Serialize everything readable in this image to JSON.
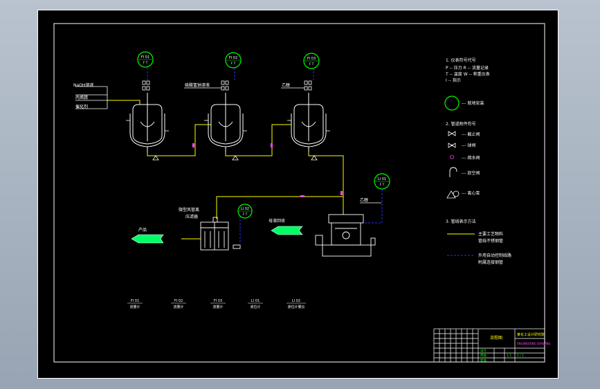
{
  "colors": {
    "background": "#000000",
    "frame": "#ffffff",
    "process_line": "#ffff00",
    "instrument_line": "#2a2aff",
    "instrument_circle": "#00ff00",
    "equipment": "#ffffff",
    "arrow_fill": "#00ff66"
  },
  "instruments": {
    "fi01": {
      "tag": "FI 01",
      "sub": "F T"
    },
    "fi02": {
      "tag": "FI 02",
      "sub": "F T"
    },
    "fi03": {
      "tag": "FI 03",
      "sub": "F T"
    },
    "li01": {
      "tag": "LI 01",
      "sub": "F T"
    },
    "li02": {
      "tag": "LI 02",
      "sub": "F T"
    }
  },
  "streams": {
    "naoh": "NaOH溶液",
    "propylene": "丙烯腈",
    "catalyst": "催化剂",
    "reactor2_in": "硫酸氢钠溶液",
    "ethanol_top": "乙醇",
    "ethanol_right": "乙醇",
    "dryer": "微型风管离",
    "dryer2": "压滤器",
    "product": "产品",
    "recovery": "母液回收"
  },
  "bottom_labels": [
    {
      "tag": "FI 01",
      "name": "流量计"
    },
    {
      "tag": "FI 02",
      "name": "流量计"
    },
    {
      "tag": "FI 03",
      "name": "流量计"
    },
    {
      "tag": "LI 01",
      "name": "液位计"
    },
    {
      "tag": "LI 02",
      "name": "液位计量仪"
    }
  ],
  "legend": {
    "s1_title": "1. 仪表符号代号",
    "s1_l1": "P -- 压力  R -- 流量记录",
    "s1_l2": "T -- 温度  W -- 称重仪表",
    "s1_l3": "I -- 指示",
    "circle_label": "--- 就地安装",
    "s2_title": "2. 管道附件符号",
    "valve_label": "--- 截止阀",
    "check_label": "--- 球阀",
    "trap_label": "--- 疏水阀",
    "vent_label": "--- 放空阀",
    "pump_label": "--- 离心泵",
    "s3_title": "3. 管线表示方法",
    "main_line_1": "主要工艺物料",
    "main_line_2": "管线不锈钢管",
    "inst_line_1": "外用自动控制线路",
    "inst_line_2": "附属连接钢管"
  },
  "title_block": {
    "header": "流程图",
    "company": "某化工设计研究院",
    "drawing_no": "ENGINEERING DRAWING",
    "scale": "1:1",
    "sheet": "1 / 1",
    "designer": "设计",
    "checker": "审核",
    "approver": "批准"
  }
}
